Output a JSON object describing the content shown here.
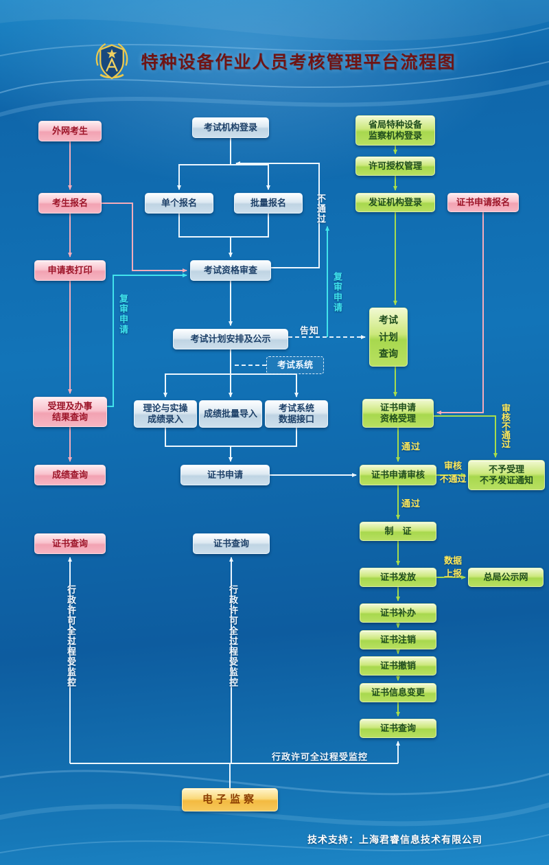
{
  "title": "特种设备作业人员考核管理平台流程图",
  "footer": "技术支持：上海君睿信息技术有限公司",
  "nodes": {
    "external_candidate": "外网考生",
    "candidate_register": "考生报名",
    "application_print": "申请表打印",
    "result_query": "受理及办事\n结果查询",
    "score_query": "成绩查询",
    "cert_query_left": "证书查询",
    "exam_org_login": "考试机构登录",
    "single_register": "单个报名",
    "batch_register": "批量报名",
    "exam_qualification_review": "考试资格审查",
    "exam_plan_publish": "考试计划安排及公示",
    "exam_system_tag": "考试系统",
    "theory_practice_entry": "理论与实操\n成绩录入",
    "score_batch_import": "成绩批量导入",
    "exam_system_interface": "考试系统\n数据接口",
    "cert_apply": "证书申请",
    "cert_query_mid": "证书查询",
    "provincial_login": "省局特种设备\n监察机构登录",
    "license_auth_mgmt": "许可授权管理",
    "issuer_login": "发证机构登录",
    "cert_apply_register": "证书申请报名",
    "exam_plan_query": "考试\n计划\n查询",
    "cert_apply_acceptance": "证书申请\n资格受理",
    "cert_apply_review": "证书申请审核",
    "reject_notice": "不予受理\n不予发证通知",
    "make_cert": "制　证",
    "cert_issue": "证书发放",
    "hq_publicity_site": "总局公示网",
    "cert_reissue": "证书补办",
    "cert_cancel": "证书注销",
    "cert_revoke": "证书撤销",
    "cert_info_change": "证书信息变更",
    "cert_query_right": "证书查询",
    "electronic_supervision": "电子监察"
  },
  "edge_labels": {
    "not_passed": "不通过",
    "review_apply_left": "复审申请",
    "review_apply_right": "复审申请",
    "notify": "告知",
    "passed_1": "通过",
    "passed_2": "通过",
    "audit_not_passed_v": "审核不通过",
    "audit_not_passed_h": "审核\n不通过",
    "data_report": "数据\n上报",
    "monitored_left": "行政许可全过程受监控",
    "monitored_mid": "行政许可全过程受监控",
    "monitored_bottom": "行政许可全过程受监控"
  },
  "colors": {
    "pink_box": "#f5aab9",
    "blue_box": "#cfe0ec",
    "green_box": "#aadc50",
    "orange_box": "#f5c050",
    "label_yellow": "#ffe95a",
    "label_cyan": "#3fe3ec",
    "background_blue": "#1173b6"
  }
}
